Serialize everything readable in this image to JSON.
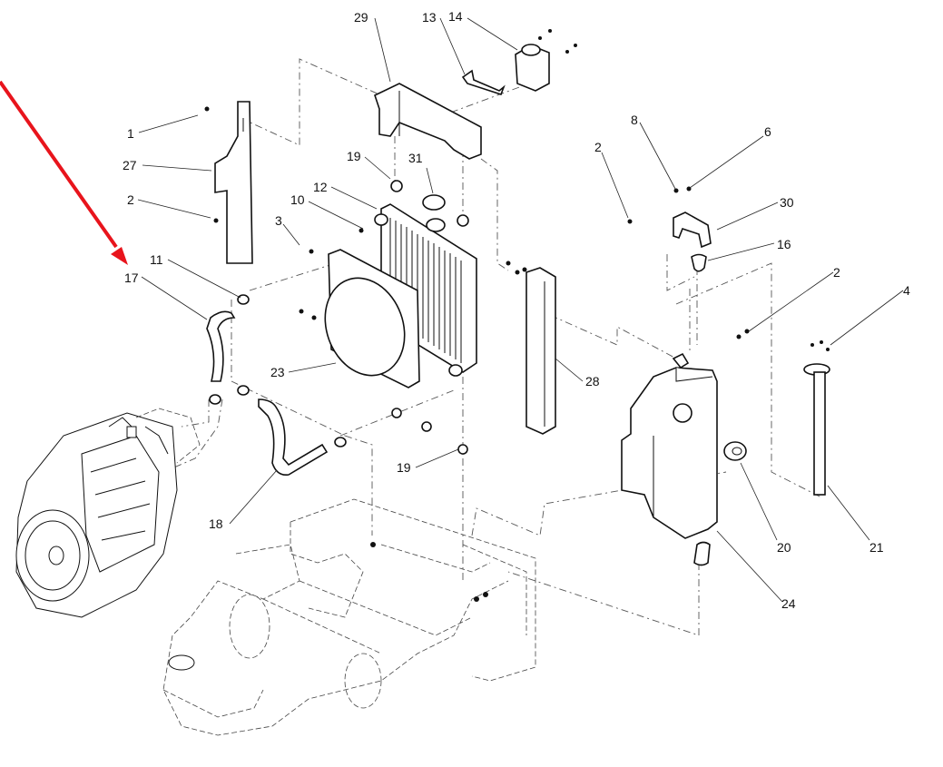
{
  "diagram": {
    "title": "Cooling system and fuel tank exploded parts view",
    "highlight_color": "#e8141c",
    "highlighted_callout": "17",
    "callouts": [
      {
        "id": "c1",
        "label": "1",
        "part": "bolt"
      },
      {
        "id": "c27",
        "label": "27",
        "part": "side-bracket-left"
      },
      {
        "id": "c2a",
        "label": "2",
        "part": "bolt"
      },
      {
        "id": "c17",
        "label": "17",
        "part": "upper-hose"
      },
      {
        "id": "c11",
        "label": "11",
        "part": "hose-clamp"
      },
      {
        "id": "c3",
        "label": "3",
        "part": "bolt"
      },
      {
        "id": "c10",
        "label": "10",
        "part": "bolt"
      },
      {
        "id": "c12",
        "label": "12",
        "part": "radiator"
      },
      {
        "id": "c19a",
        "label": "19",
        "part": "rubber-mount"
      },
      {
        "id": "c31",
        "label": "31",
        "part": "radiator-cap"
      },
      {
        "id": "c29",
        "label": "29",
        "part": "top-bracket"
      },
      {
        "id": "c13",
        "label": "13",
        "part": "reservoir-bracket"
      },
      {
        "id": "c14",
        "label": "14",
        "part": "coolant-reservoir"
      },
      {
        "id": "c23",
        "label": "23",
        "part": "fan-shroud"
      },
      {
        "id": "c28",
        "label": "28",
        "part": "side-bracket-right"
      },
      {
        "id": "c18",
        "label": "18",
        "part": "lower-hose"
      },
      {
        "id": "c19b",
        "label": "19",
        "part": "rubber-mount"
      },
      {
        "id": "c2b",
        "label": "2",
        "part": "bolt"
      },
      {
        "id": "c8",
        "label": "8",
        "part": "washer"
      },
      {
        "id": "c6",
        "label": "6",
        "part": "nut"
      },
      {
        "id": "c30",
        "label": "30",
        "part": "tank-strap-bracket"
      },
      {
        "id": "c16",
        "label": "16",
        "part": "rubber-bumper"
      },
      {
        "id": "c2c",
        "label": "2",
        "part": "bolt"
      },
      {
        "id": "c4",
        "label": "4",
        "part": "screw"
      },
      {
        "id": "c20",
        "label": "20",
        "part": "fuel-cap"
      },
      {
        "id": "c21",
        "label": "21",
        "part": "fuel-level-sender"
      },
      {
        "id": "c24",
        "label": "24",
        "part": "fuel-tank"
      }
    ]
  }
}
